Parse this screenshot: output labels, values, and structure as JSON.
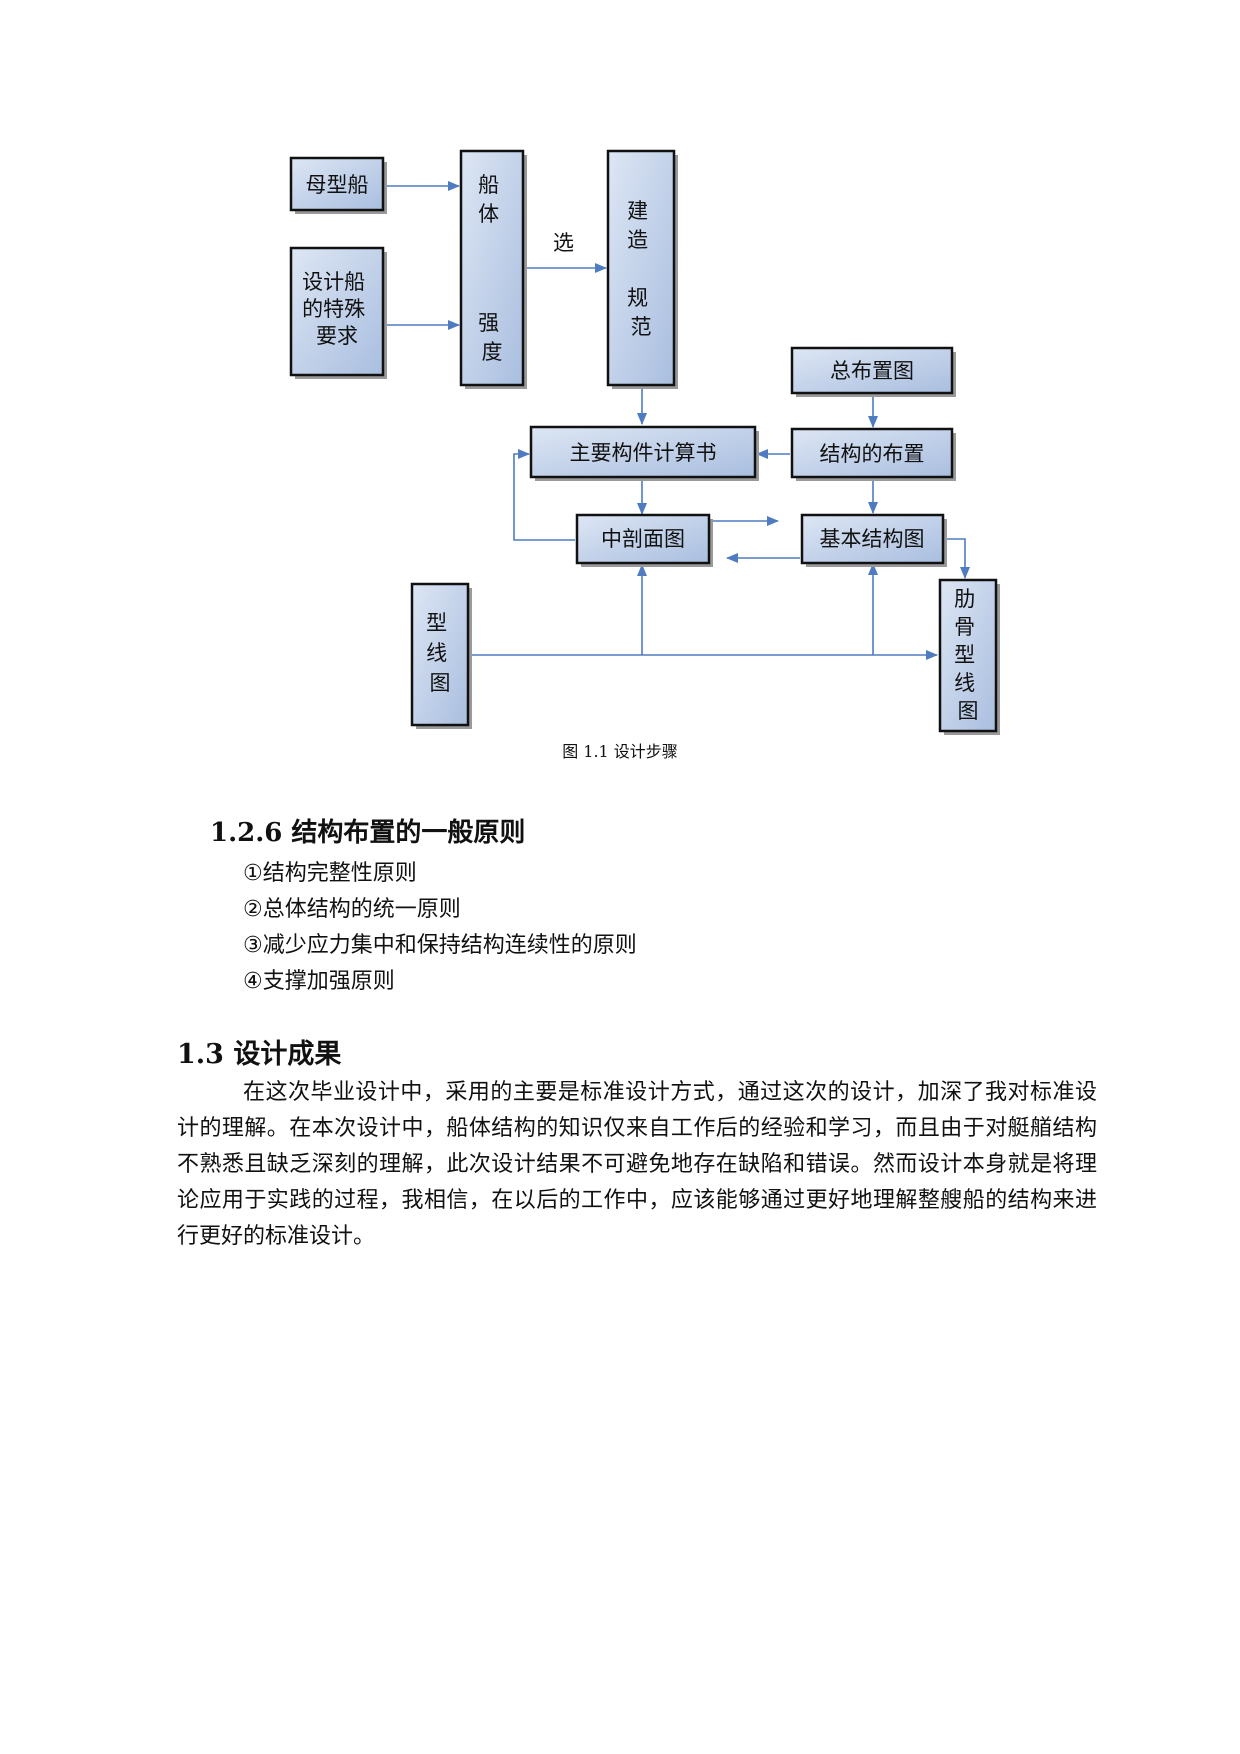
{
  "diagram": {
    "boxes": {
      "mother_ship": [
        "母型船"
      ],
      "special_req": [
        "设计船",
        "的特殊",
        "要求"
      ],
      "hull_strength": [
        "船",
        "体",
        "",
        "",
        "强",
        "度"
      ],
      "rules": [
        "建",
        "造",
        "",
        "规",
        "范"
      ],
      "general_layout": [
        "总布置图"
      ],
      "calc_book": [
        "主要构件计算书"
      ],
      "structure_layout": [
        "结构的布置"
      ],
      "midship": [
        "中剖面图"
      ],
      "basic_structure": [
        "基本结构图"
      ],
      "lines": [
        "型",
        "线",
        "图"
      ],
      "frame_lines": [
        "肋",
        "骨",
        "型",
        "线",
        "图"
      ]
    },
    "select_label": "选"
  },
  "caption": "图  1.1  设计步骤",
  "section_126": {
    "heading": "1.2.6 结构布置的一般原则",
    "items": [
      "①结构完整性原则",
      "②总体结构的统一原则",
      "③减少应力集中和保持结构连续性的原则",
      "④支撑加强原则"
    ]
  },
  "section_13": {
    "heading": "1.3 设计成果",
    "paragraph": "在这次毕业设计中，采用的主要是标准设计方式，通过这次的设计，加深了我对标准设计的理解。在本次设计中，船体结构的知识仅来自工作后的经验和学习，而且由于对艇艏结构不熟悉且缺乏深刻的理解，此次设计结果不可避免地存在缺陷和错误。然而设计本身就是将理论应用于实践的过程，我相信，在以后的工作中，应该能够通过更好地理解整艘船的结构来进行更好的标准设计。"
  }
}
